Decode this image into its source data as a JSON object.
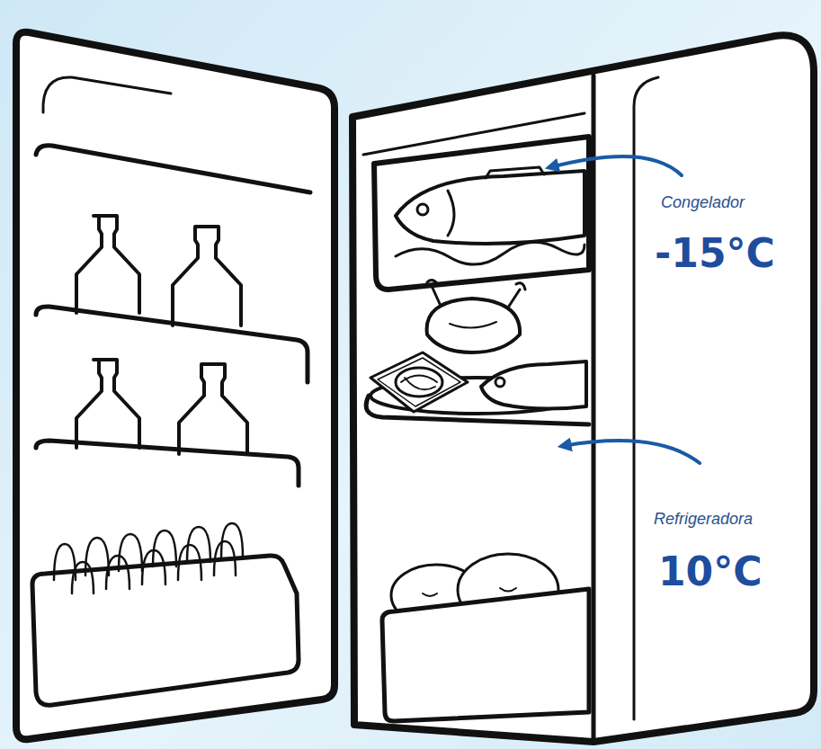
{
  "diagram": {
    "labels": [
      "Congelador",
      "-15°C",
      "Refrigeradora",
      "10°C"
    ]
  }
}
